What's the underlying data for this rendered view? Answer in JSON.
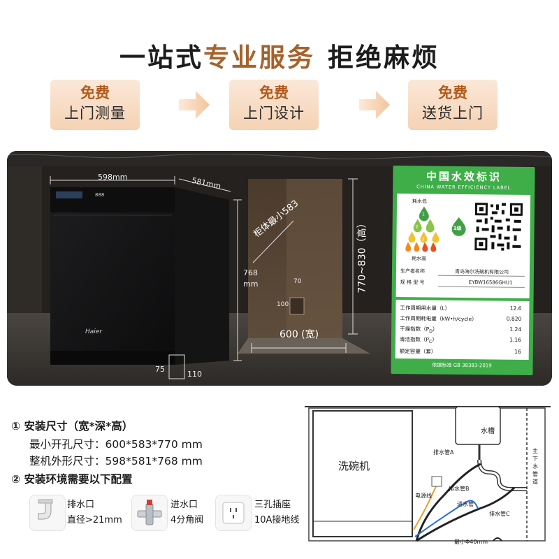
{
  "headline": {
    "part1": "一站式",
    "part2": "专业服务",
    "part3": "拒绝麻烦"
  },
  "services": [
    {
      "line1": "免费",
      "line2": "上门测量"
    },
    {
      "line1": "免费",
      "line2": "上门设计"
    },
    {
      "line1": "免费",
      "line2": "送货上门"
    }
  ],
  "product": {
    "brand": "Haier",
    "panel_display": "888",
    "dims": {
      "width": "598mm",
      "depth": "581mm",
      "height_num": "768",
      "height_unit": "mm",
      "base_h": "75",
      "base_d": "110"
    }
  },
  "cabinet": {
    "min_depth": "柜体最小583",
    "height": "770~830（高）",
    "width": "600 (宽)",
    "notch_w": "70",
    "notch_h": "100"
  },
  "label": {
    "title": "中国水效标识",
    "subtitle": "CHINA WATER EFFICIENCY LABEL",
    "low_text": "耗水低",
    "high_text": "耗水高",
    "grade": "1级",
    "drop_numbers": [
      "1",
      "2",
      "3",
      "4",
      "5"
    ],
    "manufacturer_label": "生产者名称",
    "manufacturer": "青岛海尔洗碗机有限公司",
    "model_label": "规 格 型 号",
    "model": "EYBW16586GHU1",
    "rows": [
      {
        "label": "工作周期用水量（L）",
        "value": "12.6"
      },
      {
        "label": "工作周期耗电量（kW•h/cycle）",
        "value": "0.820"
      },
      {
        "label": "干燥指数（P",
        "sub": "D",
        "tail": "）",
        "value": "1.24"
      },
      {
        "label": "清洁指数（P",
        "sub": "C",
        "tail": "）",
        "value": "1.16"
      },
      {
        "label": "额定容量（套）",
        "value": "16"
      }
    ],
    "standard": "依据标准 GB 38383-2019"
  },
  "install": {
    "size_title": "① 安装尺寸（宽*深*高）",
    "min_opening": "最小开孔尺寸：600*583*770 mm",
    "overall": "整机外形尺寸：598*581*768 mm",
    "env_title": "② 安装环境需要以下配置",
    "items": [
      {
        "title": "排水口",
        "detail": "直径>21mm",
        "icon": "drain-pipe-icon"
      },
      {
        "title": "进水口",
        "detail": "4分角阀",
        "icon": "angle-valve-icon"
      },
      {
        "title": "三孔插座",
        "detail": "10A接地线",
        "icon": "socket-icon"
      }
    ]
  },
  "diagram": {
    "machine": "洗碗机",
    "sink": "水槽",
    "drain_a": "排水管A",
    "drain_b": "排水管B",
    "drain_c": "排水管C",
    "power": "电源线",
    "inlet": "进水管",
    "main_pipe": "主下水管道",
    "min_dia": "最小Φ40mm"
  },
  "colors": {
    "accent_gold": "#a5622c",
    "card_bg": "#f5d2b4",
    "label_green": "#3fae49"
  }
}
